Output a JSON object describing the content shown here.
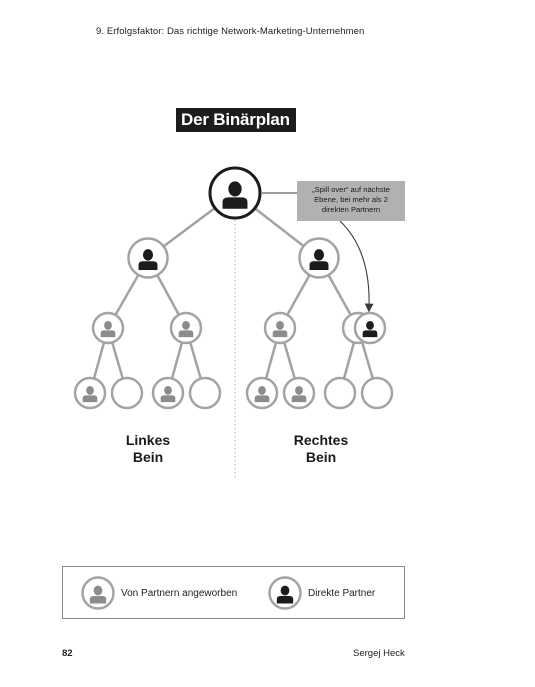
{
  "header": {
    "running_title": "9. Erfolgsfaktor: Das richtige Network-Marketing-Unternehmen"
  },
  "figure": {
    "title": "Der Binärplan",
    "spillover_note": "„Spill over“ auf nächste Ebene, bei mehr als 2 direkten Partnern",
    "left_leg_label_line1": "Linkes",
    "left_leg_label_line2": "Bein",
    "right_leg_label_line1": "Rechtes",
    "right_leg_label_line2": "Bein"
  },
  "legend": {
    "recruited_label": "Von Partnern angeworben",
    "direct_label": "Direkte Partner"
  },
  "footer": {
    "page_number": "82",
    "author": "Sergej Heck"
  },
  "colors": {
    "direct": "#1c1c1c",
    "recruited": "#8c8c8c",
    "node_ring": "#a3a3a3",
    "title_bg": "#1c1c1c",
    "note_bg": "#b1b1b1"
  }
}
